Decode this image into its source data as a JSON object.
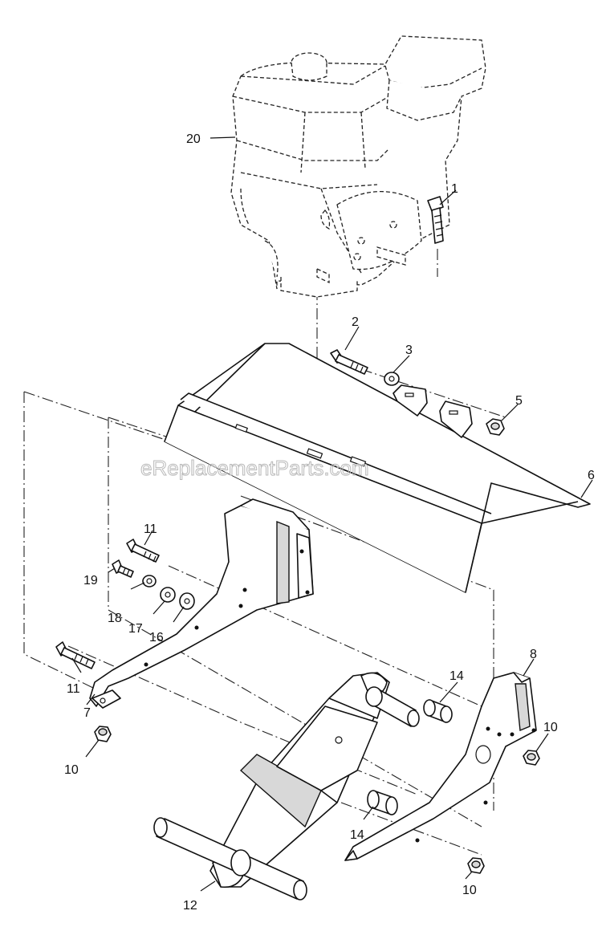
{
  "diagram": {
    "watermark": "eReplacementParts.com",
    "footer_text": "",
    "callouts": [
      {
        "id": "c1",
        "label": "1"
      },
      {
        "id": "c2",
        "label": "2"
      },
      {
        "id": "c3",
        "label": "3"
      },
      {
        "id": "c5",
        "label": "5"
      },
      {
        "id": "c6",
        "label": "6"
      },
      {
        "id": "c7",
        "label": "7"
      },
      {
        "id": "c8",
        "label": "8"
      },
      {
        "id": "c10a",
        "label": "10"
      },
      {
        "id": "c10b",
        "label": "10"
      },
      {
        "id": "c10c",
        "label": "10"
      },
      {
        "id": "c11a",
        "label": "11"
      },
      {
        "id": "c11b",
        "label": "11"
      },
      {
        "id": "c12",
        "label": "12"
      },
      {
        "id": "c14a",
        "label": "14"
      },
      {
        "id": "c14b",
        "label": "14"
      },
      {
        "id": "c16",
        "label": "16"
      },
      {
        "id": "c17",
        "label": "17"
      },
      {
        "id": "c18",
        "label": "18"
      },
      {
        "id": "c19",
        "label": "19"
      },
      {
        "id": "c20",
        "label": "20"
      }
    ]
  }
}
